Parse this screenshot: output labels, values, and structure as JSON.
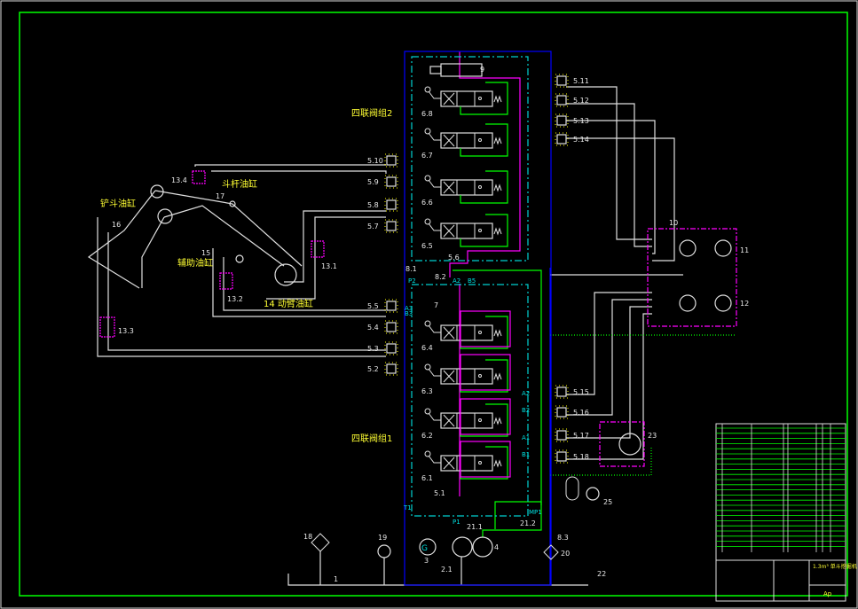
{
  "colors": {
    "background": "#000000",
    "line": "#e0e0e0",
    "frame": "#00ff00",
    "group_border": "#00d0d0",
    "pressure": "#ff00ff",
    "return": "#0000ff",
    "pilot": "#00ff00",
    "label": "#ffff00"
  },
  "groups": {
    "group2_title": "四联阀组2",
    "group1_title": "四联阀组1"
  },
  "cylinders": {
    "bucket": "铲斗油缸",
    "stick": "斗杆油缸",
    "aux": "辅助油缸",
    "boom": "14 动臂油缸"
  },
  "valves_group2": [
    "6.8",
    "6.7",
    "6.6",
    "6.5"
  ],
  "valves_group1": [
    "6.4",
    "6.3",
    "6.2",
    "6.1"
  ],
  "relief_left": [
    "5.10",
    "5.9",
    "5.8",
    "5.7",
    "5.5",
    "5.4",
    "5.3",
    "5.2"
  ],
  "relief_right": [
    "5.11",
    "5.12",
    "5.13",
    "5.14",
    "5.15",
    "5.16",
    "5.17",
    "5.18"
  ],
  "misc_labels": [
    "9",
    "5.6",
    "8.1",
    "8.2",
    "7",
    "13.4",
    "17",
    "16",
    "15",
    "13.1",
    "13.2",
    "13.3",
    "10",
    "11",
    "12",
    "23",
    "5.1",
    "21.1",
    "21.2",
    "8.3",
    "20",
    "25",
    "18",
    "19",
    "3",
    "4",
    "2.1",
    "1",
    "22"
  ],
  "ports": [
    "P2",
    "A2",
    "B5",
    "A3",
    "B3",
    "A2",
    "B2",
    "A1",
    "B1",
    "T1",
    "P1",
    "MP1"
  ],
  "pump_symbol": "G",
  "title_block": {
    "drawing_title": "1.3m³ 单斗挖掘机",
    "scale": "Ap"
  }
}
